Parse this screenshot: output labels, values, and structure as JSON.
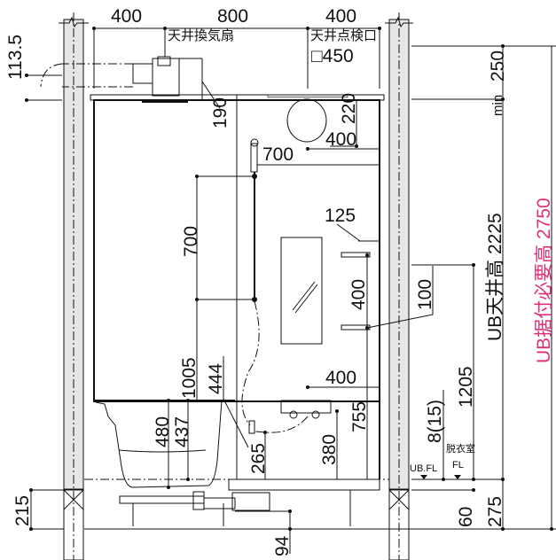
{
  "title": "UB section drawing",
  "accent_color": "#e0307a",
  "top_dims": {
    "left": "400",
    "center": "800",
    "right": "400"
  },
  "labels": {
    "ceiling_fan": "天井換気扇",
    "ceiling_hatch": "天井点検口",
    "hatch_size": "□450",
    "ub_fl": "UB.FL",
    "dressing_room": "脱衣室",
    "dressing_fl": "FL"
  },
  "dims": {
    "d113_5": "113.5",
    "d190": "190",
    "d220": "220",
    "d400_mirror": "400",
    "d700_h": "700",
    "d700_v": "700",
    "d125": "125",
    "d400_shelf": "400",
    "d100": "100",
    "d1005": "1005",
    "d444": "444",
    "d400_faucet": "400",
    "d480": "480",
    "d437": "437",
    "d265": "265",
    "d380": "380",
    "d755": "755",
    "d1205": "1205",
    "d8_15": "8(15)",
    "d215": "215",
    "d60": "60",
    "d275": "275",
    "d94": "94",
    "min250": "250",
    "min_label": "min",
    "ub_ceiling": "UB天井高 2225",
    "ub_required": "UB据付必要高 2750"
  }
}
